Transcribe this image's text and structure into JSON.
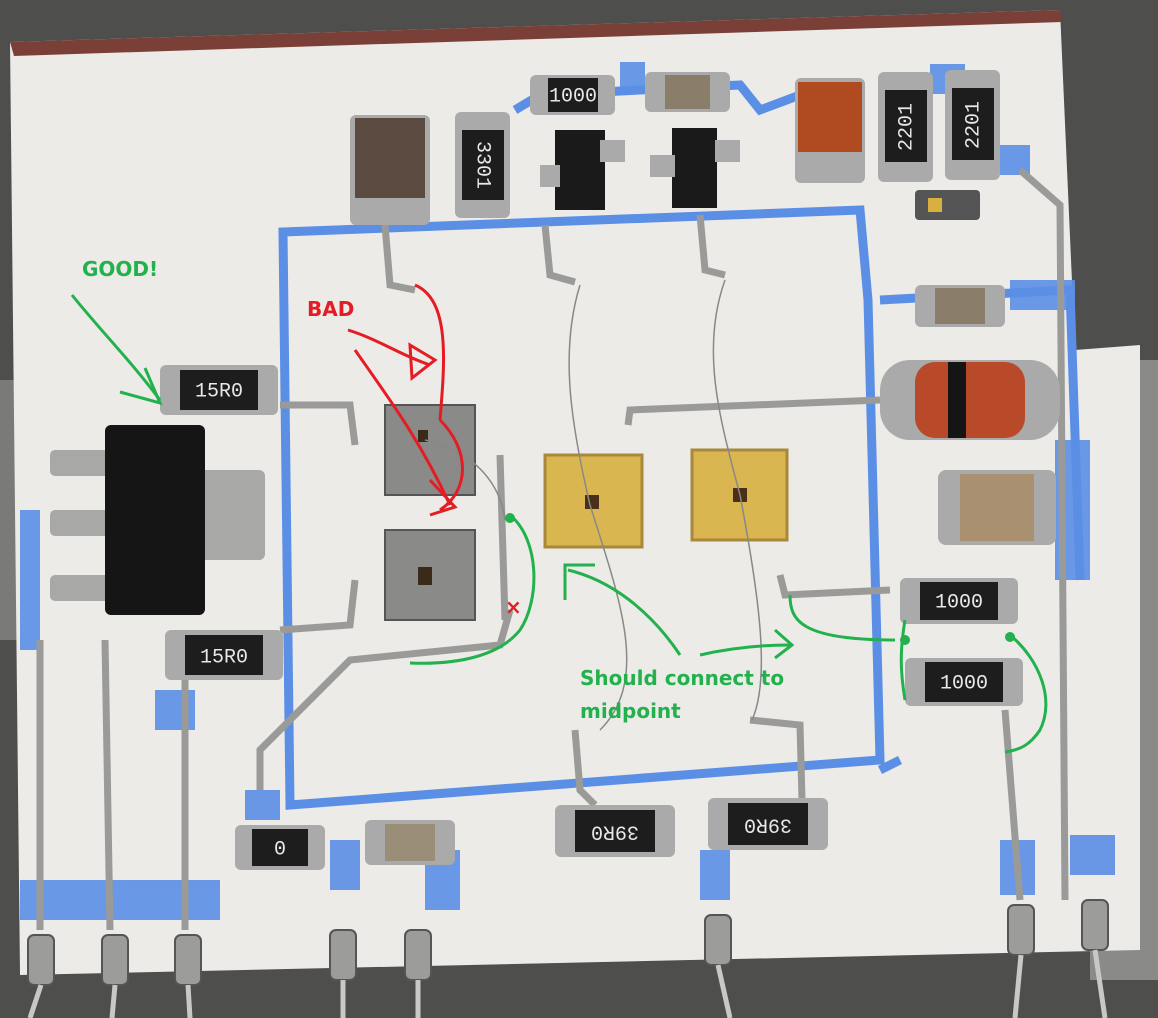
{
  "annotations": {
    "good": "GOOD!",
    "bad": "BAD",
    "should_connect_line1": "Should connect to",
    "should_connect_line2": "midpoint",
    "cross_mark": "×"
  },
  "resistor_markings": {
    "r_3301": "3301",
    "r_1000_top": "1000",
    "r_2201_a": "2201",
    "r_2201_b": "2201",
    "r_15r0_top": "15R0",
    "r_15r0_bottom": "15R0",
    "r_1000_mid": "1000",
    "r_1000_low": "1000",
    "r_0": "0",
    "r_39r0_a": "39R0",
    "r_39r0_b": "39R0"
  },
  "colors": {
    "board": "#ececea",
    "trace_blue": "#5b8fe6",
    "annotation_green": "#22b14c",
    "annotation_red": "#e51c23",
    "gold_die": "#d9b650"
  }
}
